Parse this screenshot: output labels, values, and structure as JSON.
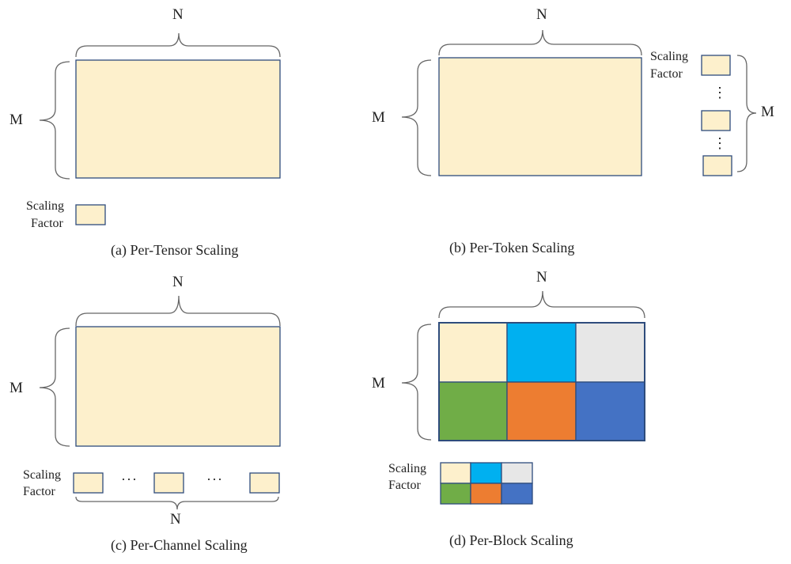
{
  "labels": {
    "n": "N",
    "m": "M",
    "scaling": "Scaling",
    "factor": "Factor",
    "hdots": "···",
    "vdots": "⋮"
  },
  "captions": {
    "a": "(a) Per-Tensor  Scaling",
    "b": "(b) Per-Token  Scaling",
    "c": "(c) Per-Channel  Scaling",
    "d": "(d) Per-Block  Scaling"
  },
  "colors": {
    "matrix_fill": "#fdf0cc",
    "border": "#2e4c7c",
    "bracket": "#666666",
    "block_cream": "#fdf0cc",
    "block_cyan": "#00b0f0",
    "block_gray": "#e7e7e7",
    "block_green": "#70ad47",
    "block_orange": "#ed7d31",
    "block_blue": "#4472c4"
  }
}
